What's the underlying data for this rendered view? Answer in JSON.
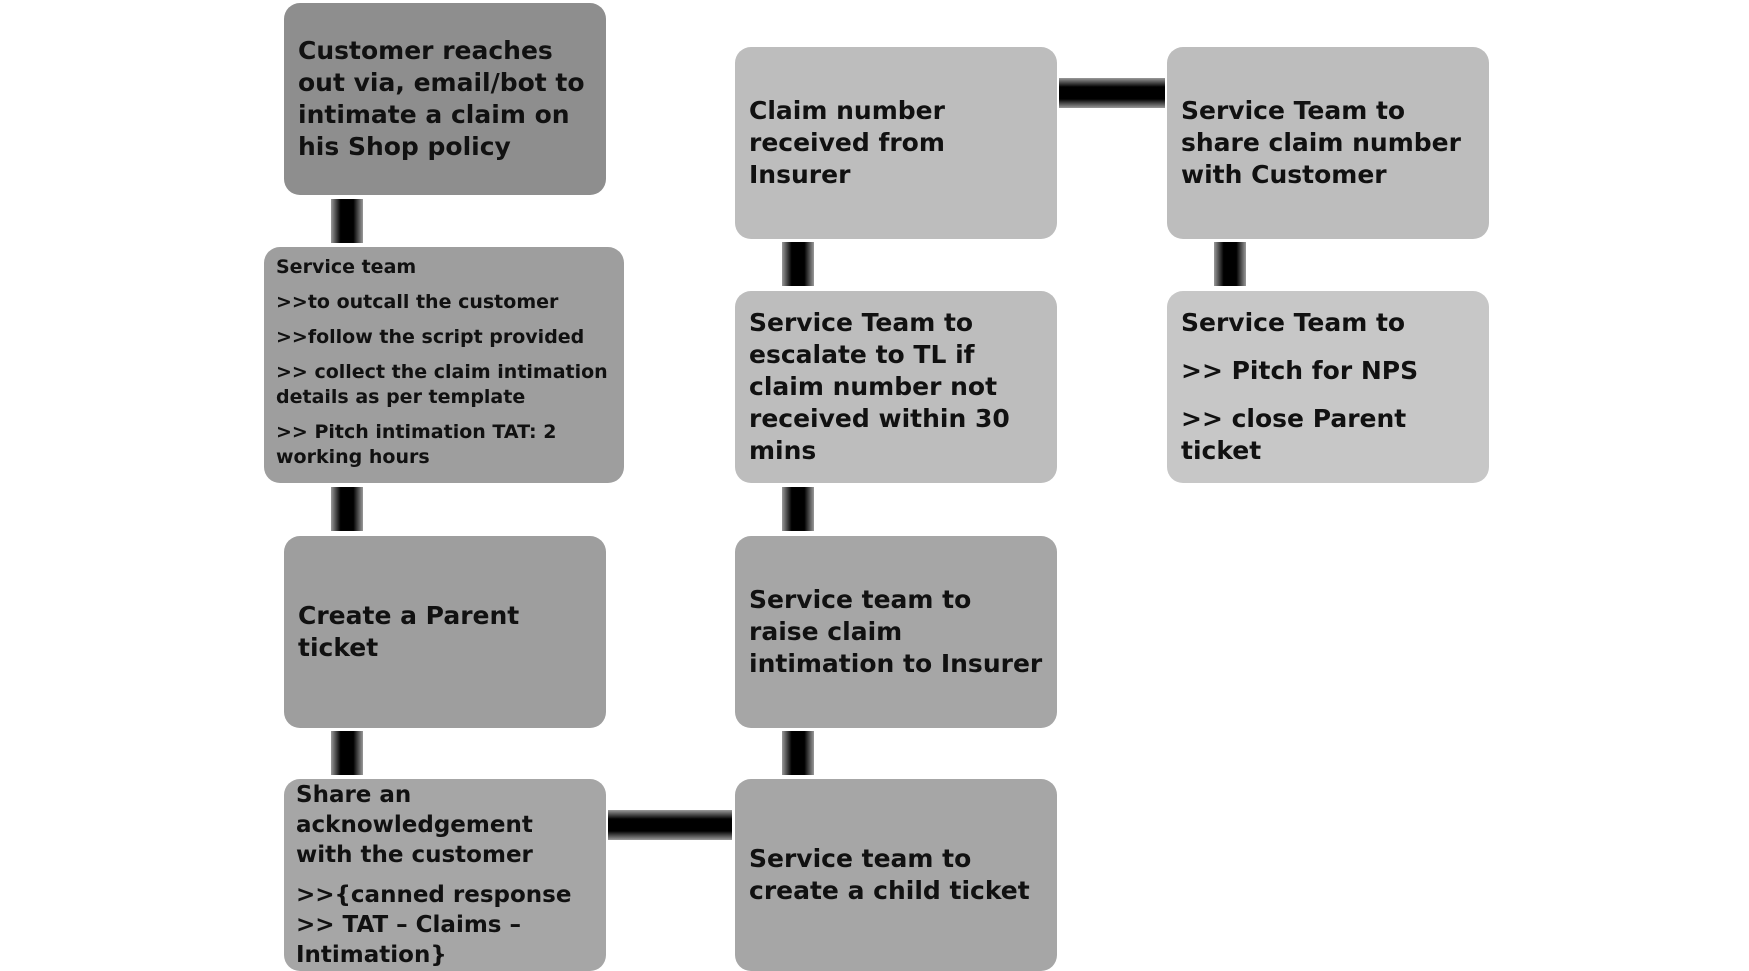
{
  "diagram": {
    "nodes": [
      {
        "id": "customer-reaches-out",
        "lines": [
          "Customer reaches out via, email/bot to intimate a claim on his Shop policy"
        ]
      },
      {
        "id": "service-team-outcall",
        "lines": [
          "Service team",
          ">>to outcall the customer",
          ">>follow the script provided",
          ">> collect the claim intimation details as per template",
          ">> Pitch intimation TAT: 2 working hours"
        ]
      },
      {
        "id": "create-parent-ticket",
        "lines": [
          "Create a Parent ticket"
        ]
      },
      {
        "id": "share-acknowledgement",
        "lines": [
          "Share an acknowledgement with the customer",
          ">>{canned  response >> TAT – Claims – Intimation}"
        ]
      },
      {
        "id": "create-child-ticket",
        "lines": [
          "Service team to create a child ticket"
        ]
      },
      {
        "id": "raise-claim-intimation",
        "lines": [
          "Service team to raise claim intimation to Insurer"
        ]
      },
      {
        "id": "escalate-to-tl",
        "lines": [
          "Service Team to escalate to TL if claim number not received within 30 mins"
        ]
      },
      {
        "id": "claim-number-received",
        "lines": [
          "Claim number received from Insurer"
        ]
      },
      {
        "id": "share-claim-number",
        "lines": [
          "Service Team to share claim number with Customer"
        ]
      },
      {
        "id": "pitch-nps-close",
        "lines": [
          "Service Team to",
          ">> Pitch for NPS",
          ">> close Parent ticket"
        ]
      }
    ],
    "edges": [
      [
        "customer-reaches-out",
        "service-team-outcall"
      ],
      [
        "service-team-outcall",
        "create-parent-ticket"
      ],
      [
        "create-parent-ticket",
        "share-acknowledgement"
      ],
      [
        "share-acknowledgement",
        "create-child-ticket"
      ],
      [
        "create-child-ticket",
        "raise-claim-intimation"
      ],
      [
        "raise-claim-intimation",
        "escalate-to-tl"
      ],
      [
        "escalate-to-tl",
        "claim-number-received"
      ],
      [
        "claim-number-received",
        "share-claim-number"
      ],
      [
        "share-claim-number",
        "pitch-nps-close"
      ]
    ]
  }
}
